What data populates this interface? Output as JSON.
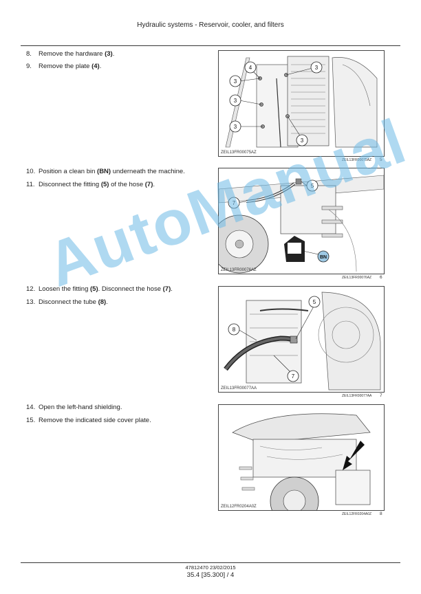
{
  "header": {
    "title": "Hydraulic systems - Reservoir, cooler, and filters"
  },
  "steps": [
    {
      "num": "8.",
      "pre": "Remove the hardware ",
      "ref": "(3)",
      "post": "."
    },
    {
      "num": "9.",
      "pre": "Remove the plate ",
      "ref": "(4)",
      "post": "."
    },
    {
      "num": "10.",
      "pre": "Position a clean bin ",
      "ref": "(BN)",
      "post": " underneath the machine."
    },
    {
      "num": "11.",
      "pre": "Disconnect the fitting ",
      "ref": "(5)",
      "mid": " of the hose ",
      "ref2": "(7)",
      "post": "."
    },
    {
      "num": "12.",
      "pre": "Loosen the fitting ",
      "ref": "(5)",
      "mid": ". Disconnect the hose ",
      "ref2": "(7)",
      "post": "."
    },
    {
      "num": "13.",
      "pre": "Disconnect the tube ",
      "ref": "(8)",
      "post": "."
    },
    {
      "num": "14.",
      "pre": "Open the left-hand shielding.",
      "ref": "",
      "post": ""
    },
    {
      "num": "15.",
      "pre": "Remove the indicated side cover plate.",
      "ref": "",
      "post": ""
    }
  ],
  "figures": [
    {
      "code": "ZEIL13FR00075AZ",
      "ref": "ZEIL13FR00075AZ",
      "num": "5",
      "callouts": [
        "4",
        "3",
        "3",
        "3",
        "3",
        "3"
      ]
    },
    {
      "code": "ZEIL13FR00076AZ",
      "ref": "ZEIL13FR00076AZ",
      "num": "6",
      "callouts": [
        "5",
        "7",
        "BN"
      ]
    },
    {
      "code": "ZEIL13FR00077AA",
      "ref": "ZEIL13FR00077AA",
      "num": "7",
      "callouts": [
        "5",
        "8",
        "7"
      ]
    },
    {
      "code": "ZEIL12FR0204A0Z",
      "ref": "ZEIL12FR0204A0Z",
      "num": "8",
      "callouts": []
    }
  ],
  "watermark": "AutoManual",
  "footer": {
    "doc": "47812470 23/02/2015",
    "page": "35.4 [35.300] / 4"
  }
}
